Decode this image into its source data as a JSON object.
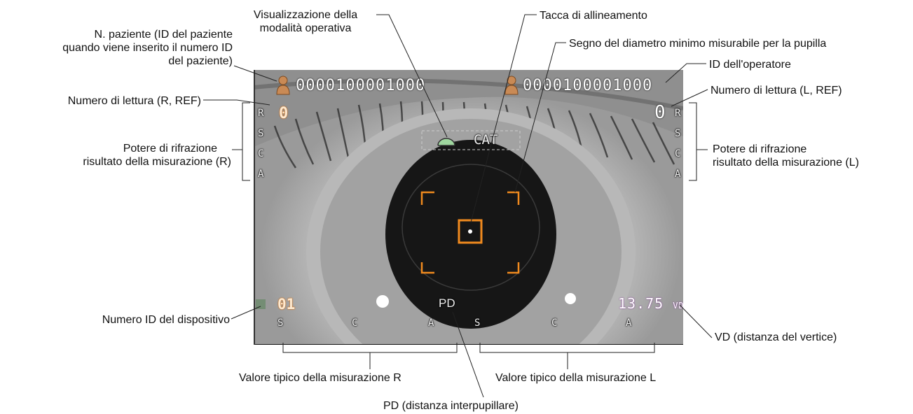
{
  "labels": {
    "patient_no_1": "N. paziente (ID del paziente",
    "patient_no_2": "quando viene inserito il numero ID",
    "patient_no_3": "del paziente)",
    "mode_display_1": "Visualizzazione della",
    "mode_display_2": "modalità operativa",
    "alignment_notch": "Tacca di allineamento",
    "min_pupil_mark": "Segno del diametro minimo misurabile per la pupilla",
    "operator_id": "ID dell'operatore",
    "reading_no_r": "Numero di lettura (R, REF)",
    "reading_no_l": "Numero di lettura (L, REF)",
    "refraction_r_1": "Potere di rifrazione",
    "refraction_r_2": "risultato della misurazione (R)",
    "refraction_l_1": "Potere di rifrazione",
    "refraction_l_2": "risultato della misurazione (L)",
    "device_id": "Numero ID del dispositivo",
    "vd": "VD (distanza del vertice)",
    "typical_r": "Valore tipico della misurazione R",
    "typical_l": "Valore tipico della misurazione L",
    "pd": "PD (distanza interpupillare)"
  },
  "screen": {
    "patient_id": "0000100001000",
    "operator_id": "0000100001000",
    "reading_r": "0",
    "reading_l": "0",
    "side_letters": [
      "R",
      "S",
      "C",
      "A"
    ],
    "mode": "CAT",
    "device_number": "01",
    "pd_label": "PD",
    "vd_value": "13.75",
    "vd_unit": "VD",
    "bottom_r": [
      "S",
      "C",
      "A"
    ],
    "bottom_l": [
      "S",
      "C",
      "A"
    ]
  },
  "colors": {
    "accent_orange": "#f08a1e",
    "leader_line": "#222222"
  }
}
